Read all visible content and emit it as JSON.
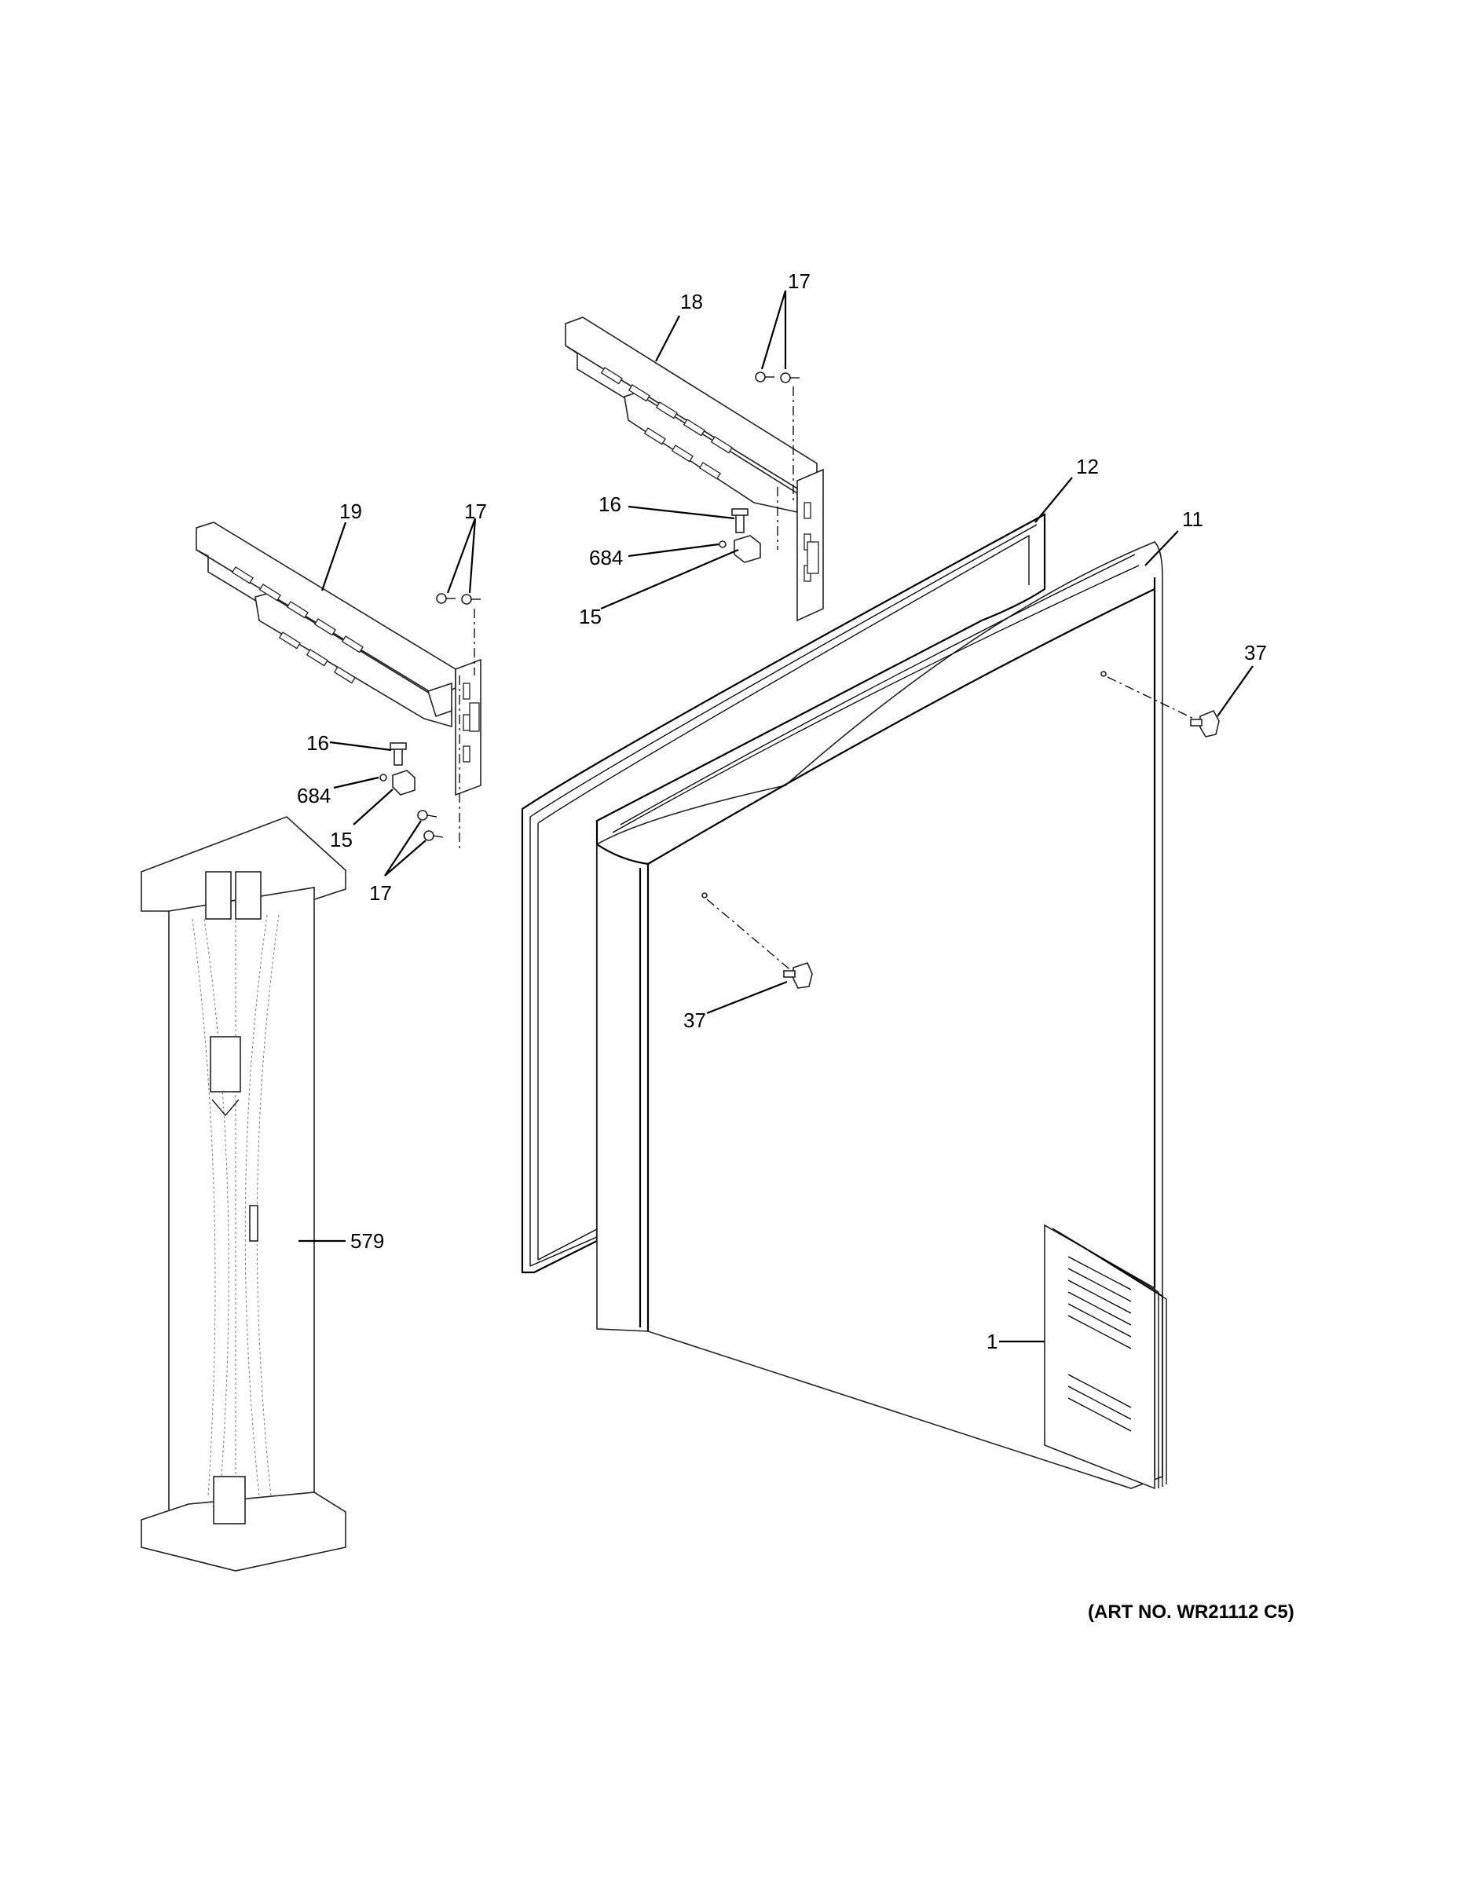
{
  "art_number": "(ART NO. WR21112 C5)",
  "callouts": {
    "c1": "1",
    "c11": "11",
    "c12": "12",
    "c15_top": "15",
    "c15_left": "15",
    "c16_top": "16",
    "c16_left": "16",
    "c17_top": "17",
    "c17_mid": "17",
    "c17_low": "17",
    "c18": "18",
    "c19": "19",
    "c37_right": "37",
    "c37_center": "37",
    "c579": "579",
    "c684_top": "684",
    "c684_left": "684"
  }
}
